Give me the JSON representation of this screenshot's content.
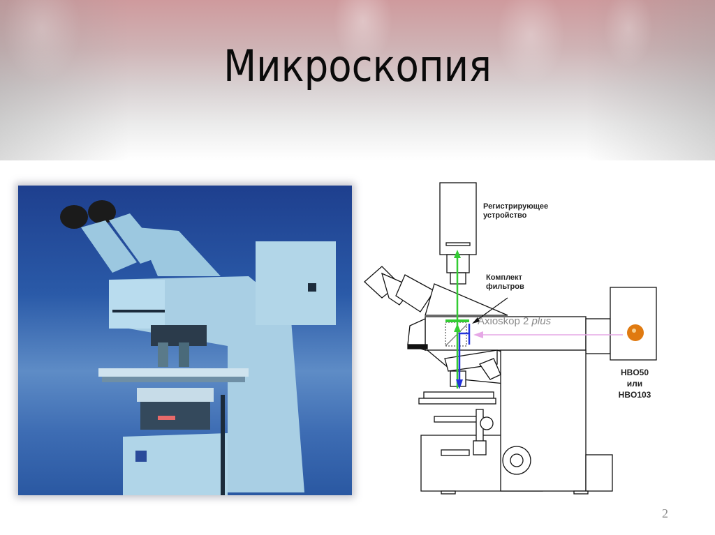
{
  "slide": {
    "title": "Микроскопия",
    "page_number": "2"
  },
  "photo": {
    "subject": "fluorescence-microscope-photo",
    "background_color": "#2a5aa8",
    "body_color": "#a9cfe4"
  },
  "diagram": {
    "labels": {
      "recorder_line1": "Регистрирующее",
      "recorder_line2": "устройство",
      "filters_line1": "Комплект",
      "filters_line2": "фильтров",
      "model_name": "Axioskop 2",
      "model_suffix": "plus",
      "lamp_line1": "HBO50",
      "lamp_line2": "или",
      "lamp_line3": "HBO103"
    },
    "colors": {
      "emission_path": "#33cc33",
      "excitation_path": "#2233dd",
      "lamp_light": "#e6a8e6",
      "lamp_bulb": "#e07a10"
    }
  }
}
